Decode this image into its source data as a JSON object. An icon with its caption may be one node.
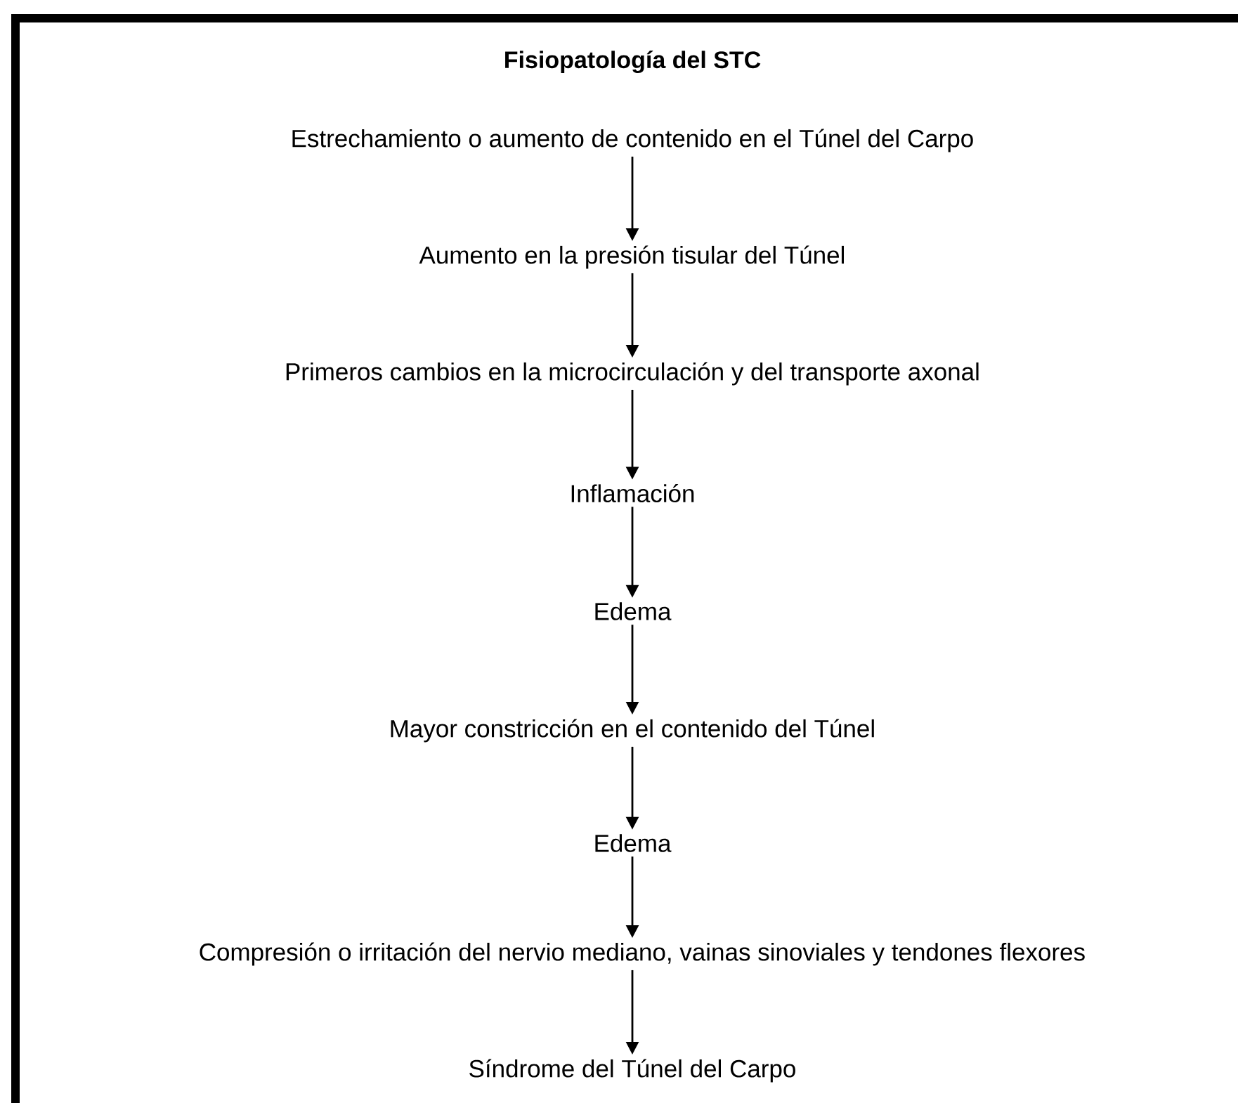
{
  "diagram": {
    "title": "Fisiopatología del STC",
    "nodes": [
      {
        "text": [
          "Estrechamiento o aumento de contenido en el Túnel del Carpo"
        ]
      },
      {
        "text": [
          "Aumento en la presión tisular del Túnel"
        ]
      },
      {
        "text": [
          "Primeros cambios en la microcirculación y del transporte axonal"
        ]
      },
      {
        "text": [
          "Inflamación"
        ]
      },
      {
        "text": [
          "Edema"
        ]
      },
      {
        "text": [
          "Mayor constricción en el contenido del Túnel"
        ]
      },
      {
        "text": [
          "Edema"
        ]
      },
      {
        "text": [
          "Compresión o irritación del nervio mediano, vainas sinoviales y tendones flexores"
        ]
      },
      {
        "text": [
          "Síndrome del Túnel del Carpo"
        ]
      }
    ],
    "edges": [
      {
        "from": 0,
        "to": 1,
        "arrow": "to"
      },
      {
        "from": 1,
        "to": 2,
        "arrow": "to"
      },
      {
        "from": 2,
        "to": 3,
        "arrow": "to"
      },
      {
        "from": 3,
        "to": 4,
        "arrow": "to"
      },
      {
        "from": 4,
        "to": 5,
        "arrow": "to"
      },
      {
        "from": 5,
        "to": 6,
        "arrow": "to"
      },
      {
        "from": 6,
        "to": 7,
        "arrow": "to"
      },
      {
        "from": 7,
        "to": 8,
        "arrow": "to"
      }
    ]
  }
}
